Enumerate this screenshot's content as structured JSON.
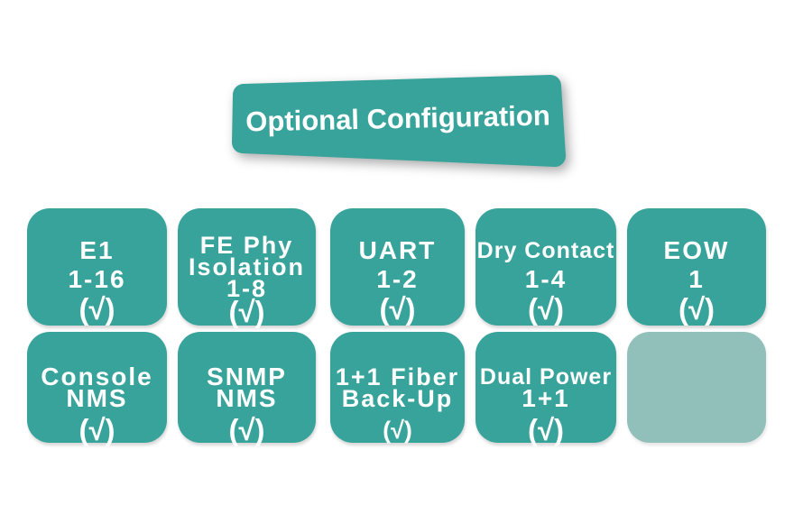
{
  "banner": {
    "title": "Optional Configuration"
  },
  "colors": {
    "teal": "#38A39B",
    "muted_teal": "#91BFB9",
    "text": "#FFFFFF"
  },
  "cards": [
    {
      "id": "e1",
      "lines": [
        "E1",
        "1-16"
      ],
      "check": "(√)"
    },
    {
      "id": "fe-phy-isolation",
      "lines": [
        "FE Phy",
        "Isolation",
        "1-8"
      ],
      "check": "(√)"
    },
    {
      "id": "uart",
      "lines": [
        "UART",
        "1-2"
      ],
      "check": "(√)"
    },
    {
      "id": "dry-contact",
      "lines": [
        "Dry Contact",
        "1-4"
      ],
      "check": "(√)"
    },
    {
      "id": "eow",
      "lines": [
        "EOW",
        "1"
      ],
      "check": "(√)"
    },
    {
      "id": "console-nms",
      "lines": [
        "Console",
        "NMS"
      ],
      "check": "(√)"
    },
    {
      "id": "snmp-nms",
      "lines": [
        "SNMP",
        "NMS"
      ],
      "check": "(√)"
    },
    {
      "id": "fiber-backup",
      "lines": [
        "1+1 Fiber",
        "Back-Up"
      ],
      "check": "(√)"
    },
    {
      "id": "dual-power",
      "lines": [
        "Dual Power",
        "1+1"
      ],
      "check": "(√)"
    },
    {
      "id": "empty",
      "lines": [],
      "check": ""
    }
  ]
}
